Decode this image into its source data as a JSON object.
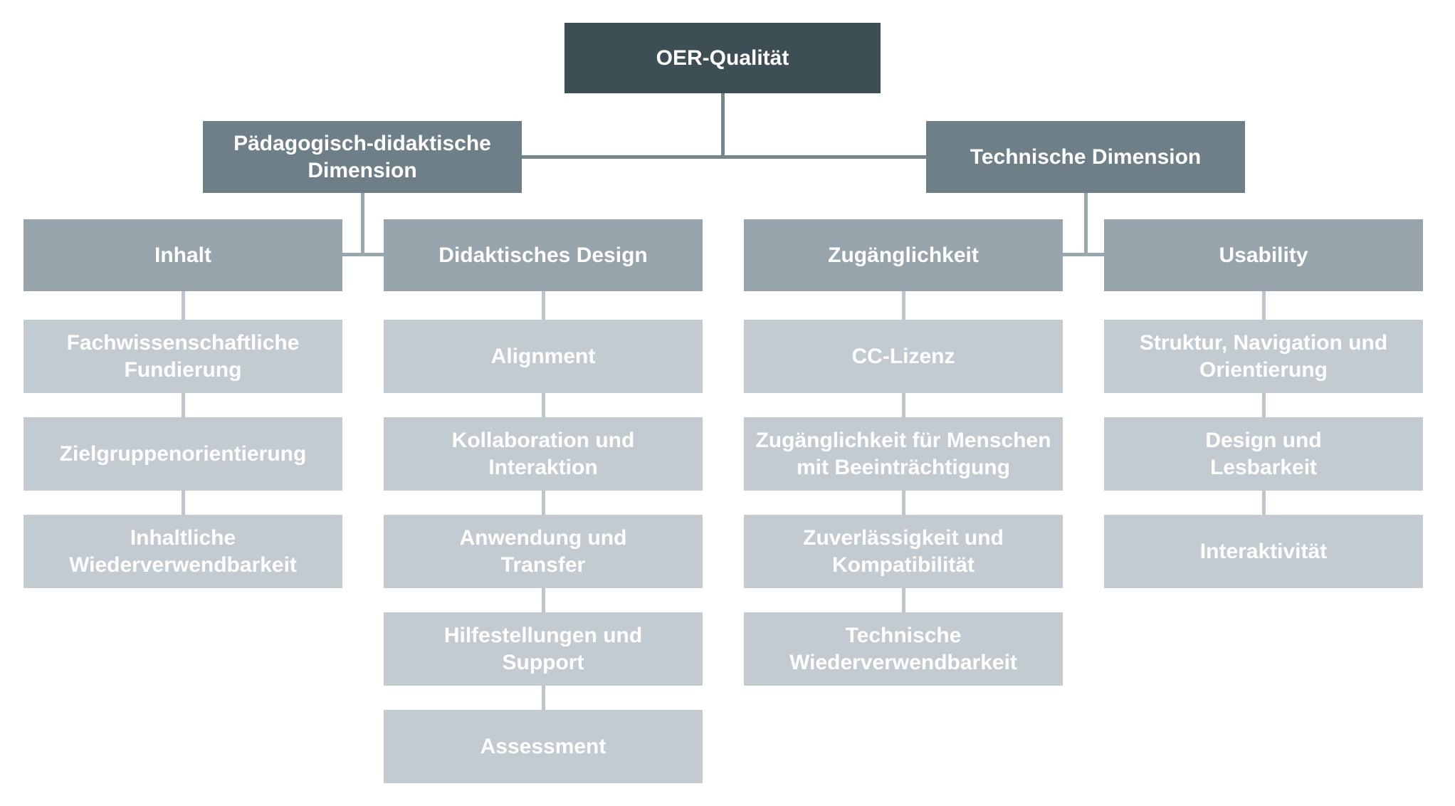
{
  "diagram": {
    "root": {
      "label": "OER-Qualität"
    },
    "branches": [
      {
        "label": "Pädagogisch-didaktische\nDimension",
        "categories": [
          {
            "label": "Inhalt",
            "items": [
              "Fachwissenschaftliche\nFundierung",
              "Zielgruppenorientierung",
              "Inhaltliche\nWiederverwendbarkeit"
            ]
          },
          {
            "label": "Didaktisches Design",
            "items": [
              "Alignment",
              "Kollaboration und\nInteraktion",
              "Anwendung und\nTransfer",
              "Hilfestellungen und\nSupport",
              "Assessment"
            ]
          }
        ]
      },
      {
        "label": "Technische Dimension",
        "categories": [
          {
            "label": "Zugänglichkeit",
            "items": [
              "CC-Lizenz",
              "Zugänglichkeit für Menschen\nmit Beeinträchtigung",
              "Zuverlässigkeit und\nKompatibilität",
              "Technische\nWiederverwendbarkeit"
            ]
          },
          {
            "label": "Usability",
            "items": [
              "Struktur, Navigation und\nOrientierung",
              "Design und\nLesbarkeit",
              "Interaktivität"
            ]
          }
        ]
      }
    ],
    "colors": {
      "level1": "#3D4E55",
      "level2": "#6E7F87",
      "level3": "#97A4AB",
      "item": "#C3CBD1",
      "connector_l1": "#76858D",
      "connector_l2": "#9AA7AD",
      "connector_l3": "#BDC6CC",
      "text": "#FFFFFF"
    }
  }
}
